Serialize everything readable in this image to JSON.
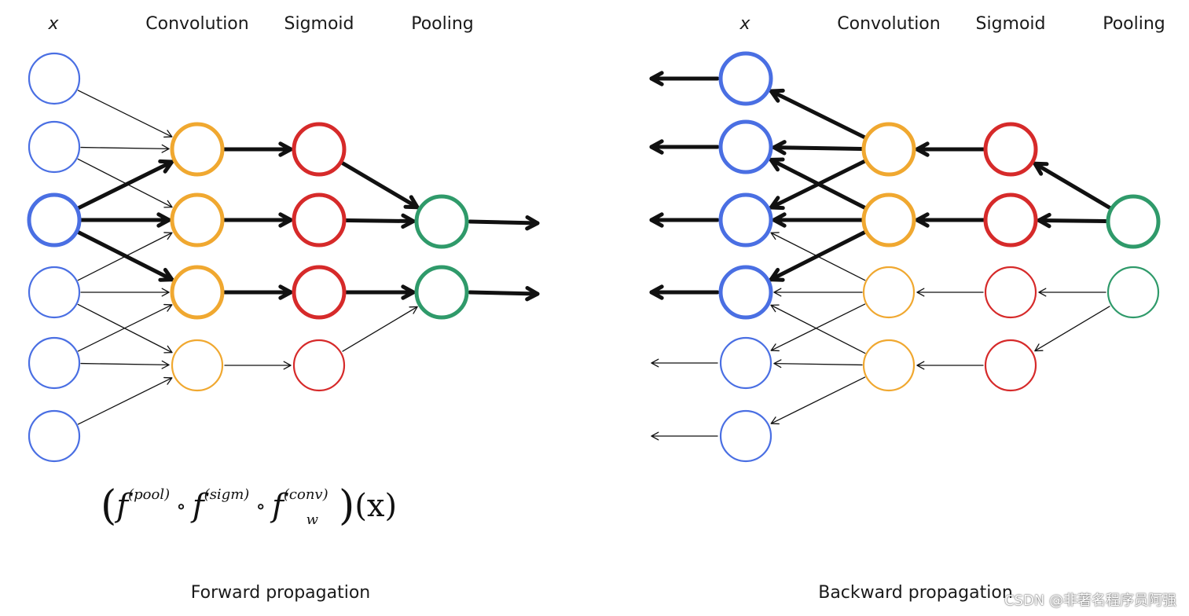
{
  "forward": {
    "headers": {
      "x": "x",
      "convolution": "Convolution",
      "sigmoid": "Sigmoid",
      "pooling": "Pooling"
    },
    "caption": "Forward propagation",
    "formula": {
      "open_paren": "(",
      "f1": "f",
      "sup1": "(pool)",
      "f2": "f",
      "sup2": "(sigm)",
      "f3": "f",
      "sup3": "(conv)",
      "sub3": "w",
      "compose": "∘",
      "close_paren": ")",
      "arg": "(x)"
    }
  },
  "backward": {
    "headers": {
      "x": "x",
      "convolution": "Convolution",
      "sigmoid": "Sigmoid",
      "pooling": "Pooling"
    },
    "caption": "Backward propagation"
  },
  "watermark": "CSDN @非著名程序员阿强",
  "colors": {
    "input": "#4a6fe3",
    "convolution": "#f0a830",
    "sigmoid": "#d62a2a",
    "pooling": "#2f9a6a",
    "arrow": "#111111"
  }
}
